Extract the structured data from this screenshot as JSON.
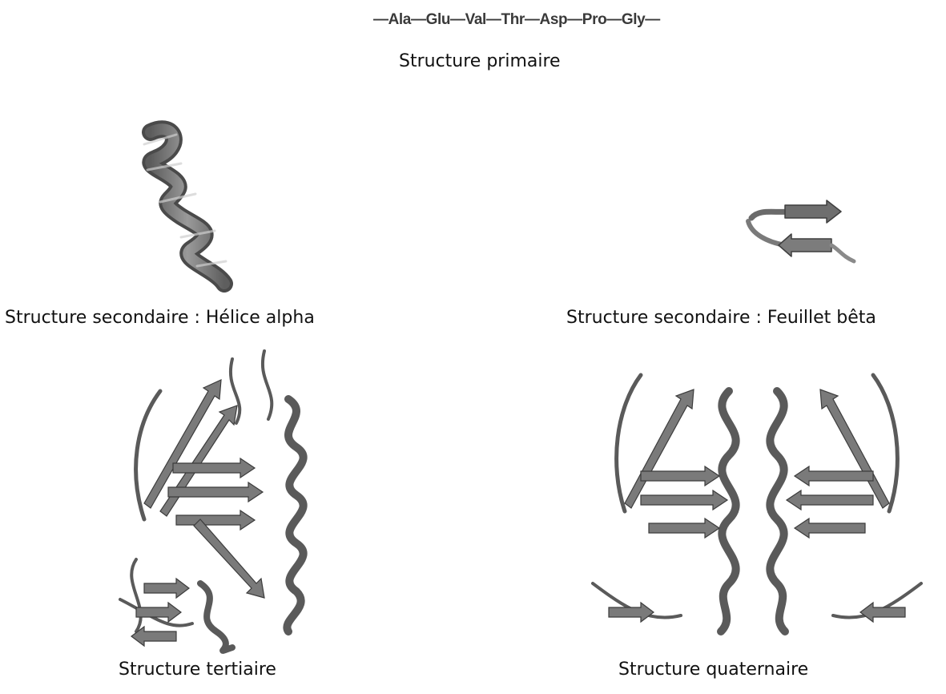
{
  "sequence": "—Ala—Glu—Val—Thr—Asp—Pro—Gly—",
  "captions": {
    "primary": "Structure primaire",
    "alpha": "Structure secondaire : Hélice alpha",
    "beta": "Structure secondaire : Feuillet bêta",
    "tertiary": "Structure tertiaire",
    "quaternary": "Structure quaternaire"
  }
}
